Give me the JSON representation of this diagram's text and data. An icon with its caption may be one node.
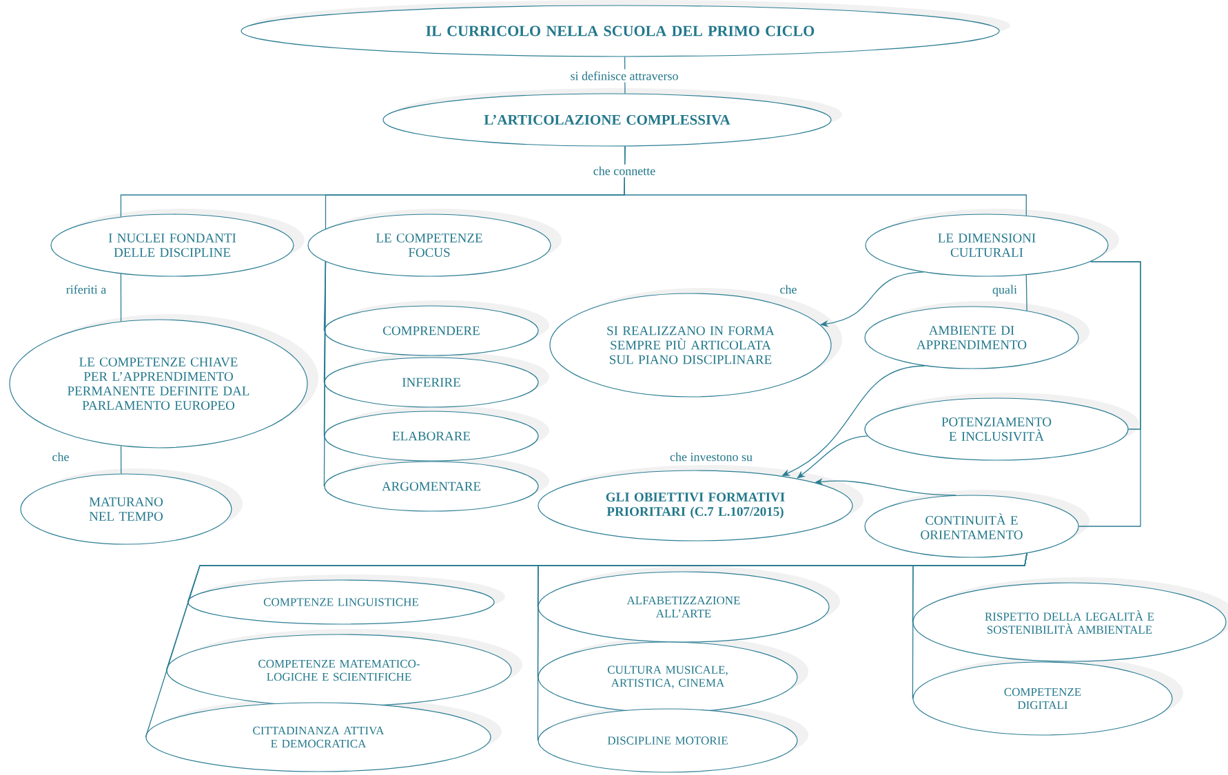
{
  "diagram": {
    "nodes": [
      {
        "text": [
          "IL CURRICOLO NELLA SCUOLA DEL PRIMO CICLO"
        ]
      },
      {
        "text": [
          "L’ARTICOLAZIONE COMPLESSIVA"
        ]
      },
      {
        "text": [
          "I NUCLEI FONDANTI DELLE DISCIPLINE"
        ]
      },
      {
        "text": [
          "LE COMPETENZE FOCUS"
        ]
      },
      {
        "text": [
          "LE DIMENSIONI CULTURALI"
        ]
      },
      {
        "text": [
          "LE COMPETENZE CHIAVE PER L’APPRENDIMENTO PERMANENTE DEFINITE DAL PARLAMENTO EUROPEO"
        ]
      },
      {
        "text": [
          "MATURANO NEL TEMPO"
        ]
      },
      {
        "text": [
          "COMPRENDERE"
        ]
      },
      {
        "text": [
          "INFERIRE"
        ]
      },
      {
        "text": [
          "ELABORARE"
        ]
      },
      {
        "text": [
          "ARGOMENTARE"
        ]
      },
      {
        "text": [
          "SI REALIZZANO IN FORMA SEMPRE PIÙ ARTICOLATA SUL PIANO DISCIPLINARE"
        ]
      },
      {
        "text": [
          "AMBIENTE DI APPRENDIMENTO"
        ]
      },
      {
        "text": [
          "POTENZIAMENTO E INCLUSIVITÀ"
        ]
      },
      {
        "text": [
          "GLI OBIETTIVI FORMATIVI PRIORITARI (C.7 L.107/2015)"
        ]
      },
      {
        "text": [
          "CONTINUITÀ E ORIENTAMENTO"
        ]
      },
      {
        "text": [
          "COMPTENZE LINGUISTICHE"
        ]
      },
      {
        "text": [
          "COMPETENZE MATEMATICO-LOGICHE E SCIENTIFICHE"
        ]
      },
      {
        "text": [
          "CITTADINANZA ATTIVA E DEMOCRATICA"
        ]
      },
      {
        "text": [
          "ALFABETIZZAZIONE ALL’ARTE"
        ]
      },
      {
        "text": [
          "CULTURA MUSICALE, ARTISTICA, CINEMA"
        ]
      },
      {
        "text": [
          "DISCIPLINE MOTORIE"
        ]
      },
      {
        "text": [
          "RISPETTO DELLA LEGALITÀ E SOSTENIBILITÀ AMBIENTALE"
        ]
      },
      {
        "text": [
          "COMPETENZE DIGITALI"
        ]
      }
    ],
    "edges": [
      {
        "from": 0,
        "to": 1,
        "arrow": "none",
        "label": "si definisce attraverso"
      },
      {
        "from": 1,
        "to": 2,
        "arrow": "none",
        "label": "che connette"
      },
      {
        "from": 1,
        "to": 3,
        "arrow": "none"
      },
      {
        "from": 1,
        "to": 4,
        "arrow": "none"
      },
      {
        "from": 2,
        "to": 5,
        "arrow": "none",
        "label": "riferiti a"
      },
      {
        "from": 5,
        "to": 6,
        "arrow": "none",
        "label": "che"
      },
      {
        "from": 3,
        "to": 7,
        "arrow": "none"
      },
      {
        "from": 3,
        "to": 8,
        "arrow": "none"
      },
      {
        "from": 3,
        "to": 9,
        "arrow": "none"
      },
      {
        "from": 3,
        "to": 10,
        "arrow": "none"
      },
      {
        "from": 4,
        "to": 11,
        "arrow": "to",
        "label": "che"
      },
      {
        "from": 4,
        "to": 12,
        "arrow": "none",
        "label": "quali"
      },
      {
        "from": 4,
        "to": 13,
        "arrow": "none"
      },
      {
        "from": 4,
        "to": 15,
        "arrow": "none"
      },
      {
        "from": 12,
        "to": 14,
        "arrow": "to",
        "label": "che investono su"
      },
      {
        "from": 13,
        "to": 14,
        "arrow": "to"
      },
      {
        "from": 15,
        "to": 14,
        "arrow": "to"
      },
      {
        "from": 15,
        "to": 16,
        "arrow": "none"
      },
      {
        "from": 15,
        "to": 17,
        "arrow": "none"
      },
      {
        "from": 15,
        "to": 18,
        "arrow": "none"
      },
      {
        "from": 15,
        "to": 19,
        "arrow": "none"
      },
      {
        "from": 15,
        "to": 20,
        "arrow": "none"
      },
      {
        "from": 15,
        "to": 21,
        "arrow": "none"
      },
      {
        "from": 15,
        "to": 22,
        "arrow": "none"
      },
      {
        "from": 15,
        "to": 23,
        "arrow": "none"
      }
    ]
  }
}
